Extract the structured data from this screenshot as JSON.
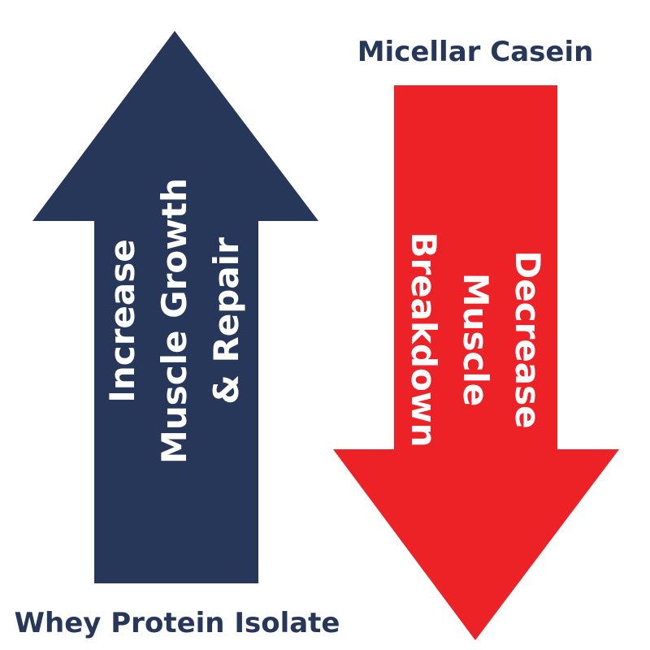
{
  "colors": {
    "navy": "#26375a",
    "red": "#ec2227",
    "text_on_arrow": "#ffffff"
  },
  "labels": {
    "top_right": "Micellar Casein",
    "bottom_left": "Whey Protein Isolate"
  },
  "up_arrow": {
    "direction": "up",
    "lines": [
      "Increase",
      "Muscle Growth",
      "& Repair"
    ]
  },
  "down_arrow": {
    "direction": "down",
    "lines": [
      "Decrease",
      "Muscle",
      "Breakdown"
    ]
  }
}
